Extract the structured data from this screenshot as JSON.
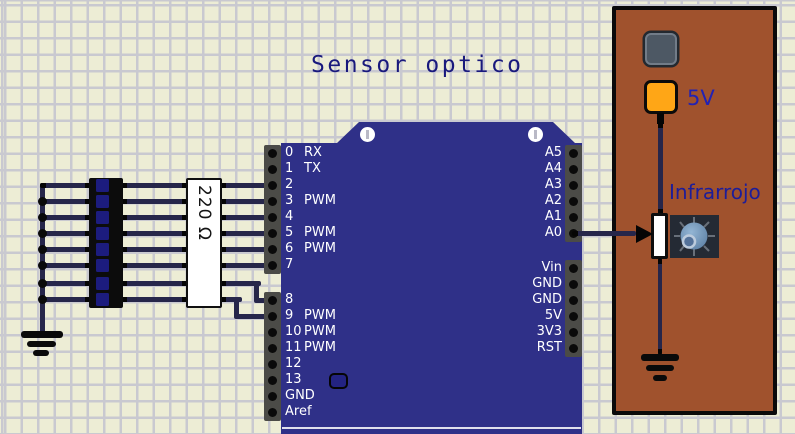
{
  "title": "Sensor optico",
  "board": {
    "left_pins": [
      {
        "num": "0",
        "label": "RX"
      },
      {
        "num": "1",
        "label": "TX"
      },
      {
        "num": "2",
        "label": ""
      },
      {
        "num": "3",
        "label": "PWM"
      },
      {
        "num": "4",
        "label": ""
      },
      {
        "num": "5",
        "label": "PWM"
      },
      {
        "num": "6",
        "label": "PWM"
      },
      {
        "num": "7",
        "label": ""
      },
      {
        "num": "8",
        "label": ""
      },
      {
        "num": "9",
        "label": "PWM"
      },
      {
        "num": "10",
        "label": "PWM"
      },
      {
        "num": "11",
        "label": "PWM"
      },
      {
        "num": "12",
        "label": ""
      },
      {
        "num": "13",
        "label": ""
      },
      {
        "num": "GND",
        "label": ""
      },
      {
        "num": "Aref",
        "label": ""
      }
    ],
    "right_pins_top": [
      "A5",
      "A4",
      "A3",
      "A2",
      "A1",
      "A0"
    ],
    "right_pins_bottom": [
      "Vin",
      "GND",
      "GND",
      "5V",
      "3V3",
      "RST"
    ]
  },
  "resistor": {
    "label": "220 Ω"
  },
  "panel": {
    "supply_label": "5V",
    "sensor_label": "Infrarrojo"
  },
  "icons": {
    "ground": "ground-symbol",
    "arrow": "signal-arrow",
    "lens": "infrared-lens"
  },
  "colors": {
    "background": "#EDEDD5",
    "grid_line": "#C9C9D0",
    "board_blue": "#2F3088",
    "header_strip": "#4B4B47",
    "panel_brown": "#A0522D",
    "supply_orange": "#FFA616",
    "label_blue": "#1D1D99",
    "title_navy": "#19197D",
    "wire": "#26264A"
  }
}
